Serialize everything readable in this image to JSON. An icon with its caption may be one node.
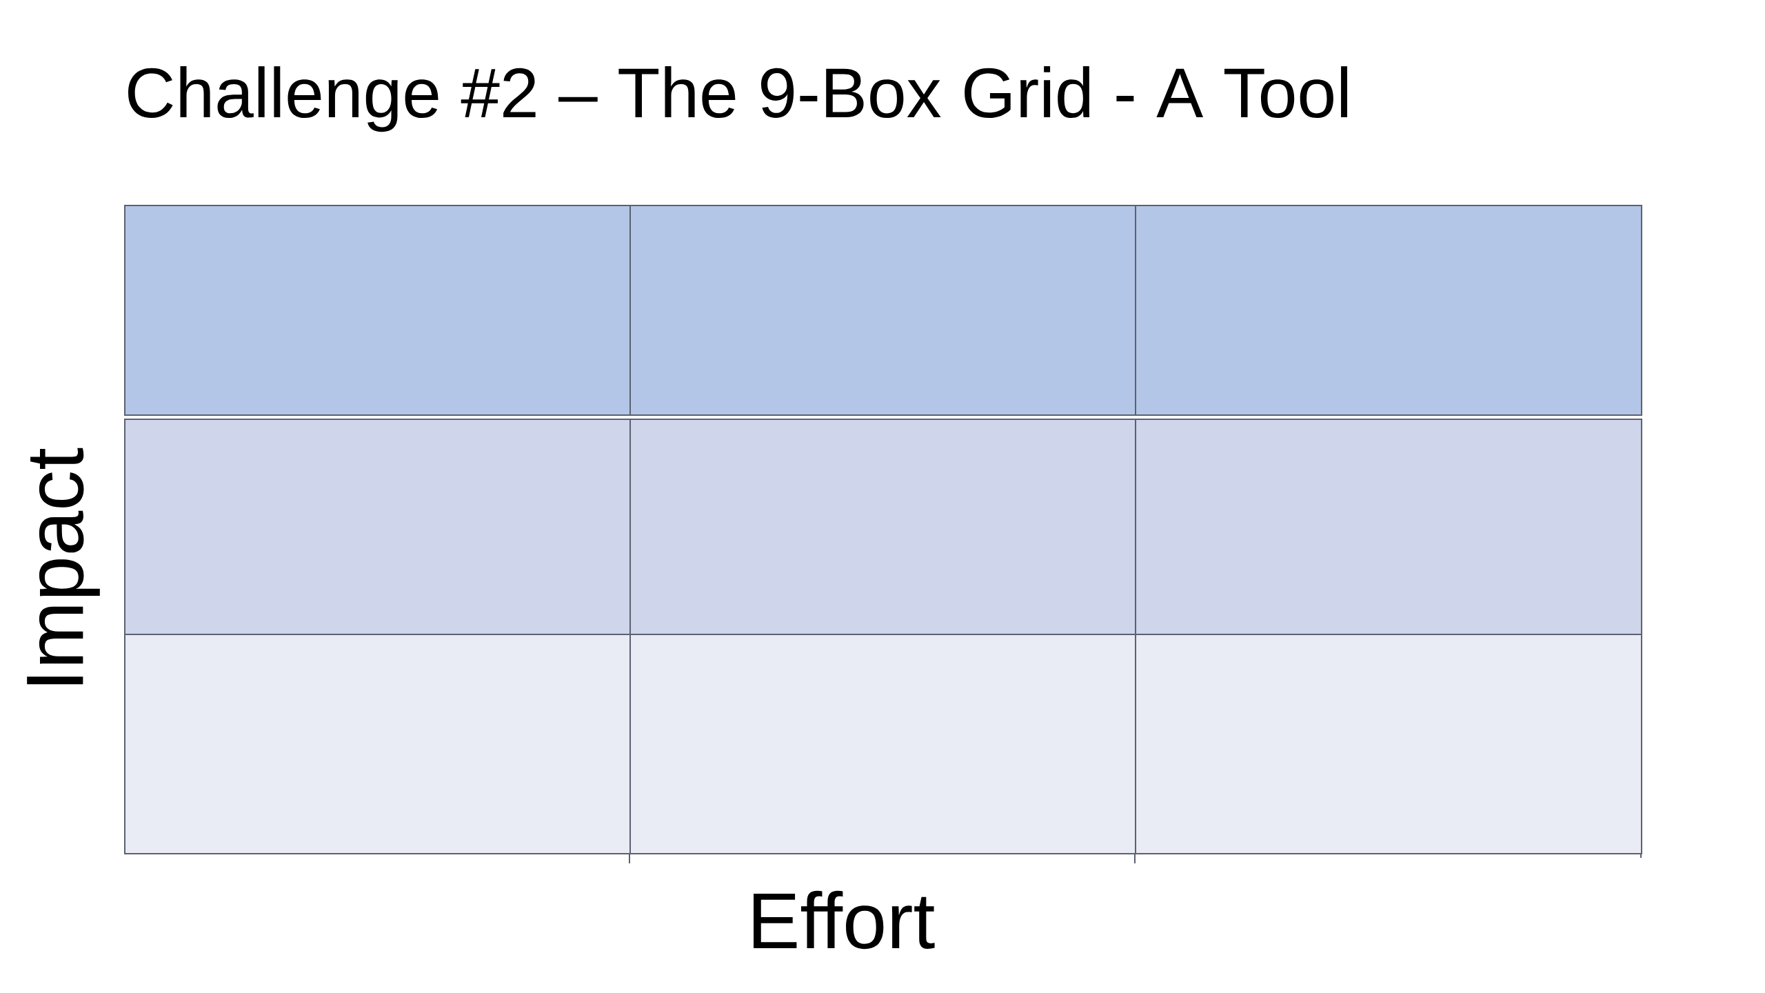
{
  "diagram": {
    "title": "Challenge #2 – The 9-Box Grid - A Tool",
    "nodes": [
      {
        "text": [],
        "shape": "box"
      },
      {
        "text": [],
        "shape": "box"
      },
      {
        "text": [],
        "shape": "box"
      },
      {
        "text": [],
        "shape": "box"
      },
      {
        "text": [],
        "shape": "box"
      },
      {
        "text": [],
        "shape": "box"
      },
      {
        "text": [],
        "shape": "box"
      },
      {
        "text": [],
        "shape": "box"
      },
      {
        "text": [],
        "shape": "box"
      }
    ],
    "labels": [
      "Impact",
      "Effort"
    ]
  }
}
